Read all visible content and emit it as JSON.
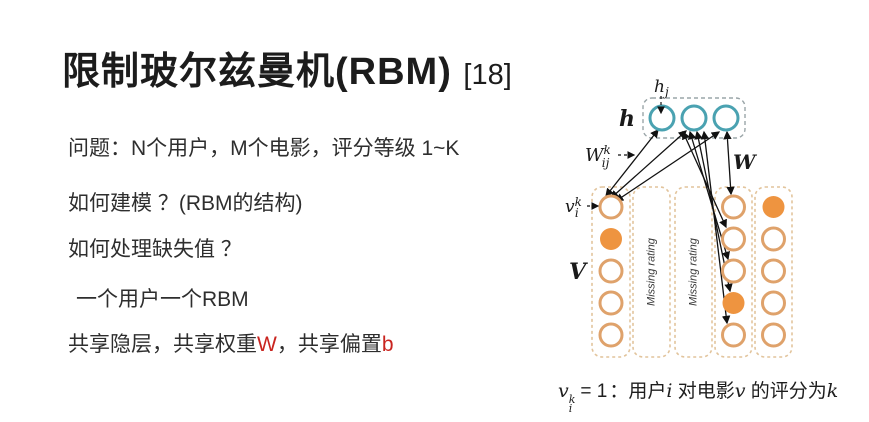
{
  "slide": {
    "title": "限制玻尔兹曼机(RBM)",
    "title_ref": "[18]",
    "bullets": {
      "problem": "问题：N个用户，M个电影，评分等级 1~K",
      "modeling": "如何建模 ？(RBM的结构)",
      "missing_values": "如何处理缺失值 ？",
      "one_user_one_rbm": "一个用户一个RBM",
      "shared": {
        "p1": "共享隐层，共享权重",
        "p2": "W",
        "p3": "，共享偏置",
        "p4": "b"
      }
    }
  },
  "diagram": {
    "labels": {
      "hidden_layer": "h",
      "hidden_unit_base": "h",
      "hidden_unit_sub": "j",
      "weight_elem_base": "W",
      "weight_elem_sup": "k",
      "weight_elem_sub": "ij",
      "weight_matrix": "W",
      "visible_unit_base": "v",
      "visible_unit_sup": "k",
      "visible_unit_sub": "i",
      "visible_layer": "V",
      "missing_rating_1": "Missing rating",
      "missing_rating_2": "Missing rating"
    },
    "columns": [
      {
        "type": "circles",
        "fills": [
          false,
          true,
          false,
          false,
          false
        ]
      },
      {
        "type": "missing-rating"
      },
      {
        "type": "missing-rating"
      },
      {
        "type": "circles",
        "fills": [
          false,
          false,
          false,
          true,
          false
        ]
      },
      {
        "type": "circles",
        "fills": [
          true,
          false,
          false,
          false,
          false
        ]
      }
    ],
    "hidden_units": 3,
    "colors": {
      "hidden_stroke": "#4aa2b1",
      "visible_stroke": "#dfa26b",
      "visible_fill": "#ee9440",
      "open_fill": "#ffffff",
      "column_border": "#e2c49c",
      "hidden_box_border": "#9aa5a8",
      "arrow": "#111111",
      "accent_red": "#c9241f"
    }
  },
  "formula": {
    "base": "v",
    "sup": "k",
    "sub": "i",
    "eq": "= 1",
    "colon": "：",
    "seg1": "用户",
    "var1": "i",
    "seg2": " 对电影",
    "var2": "v",
    "seg3": " 的评分为",
    "var3": "k"
  }
}
